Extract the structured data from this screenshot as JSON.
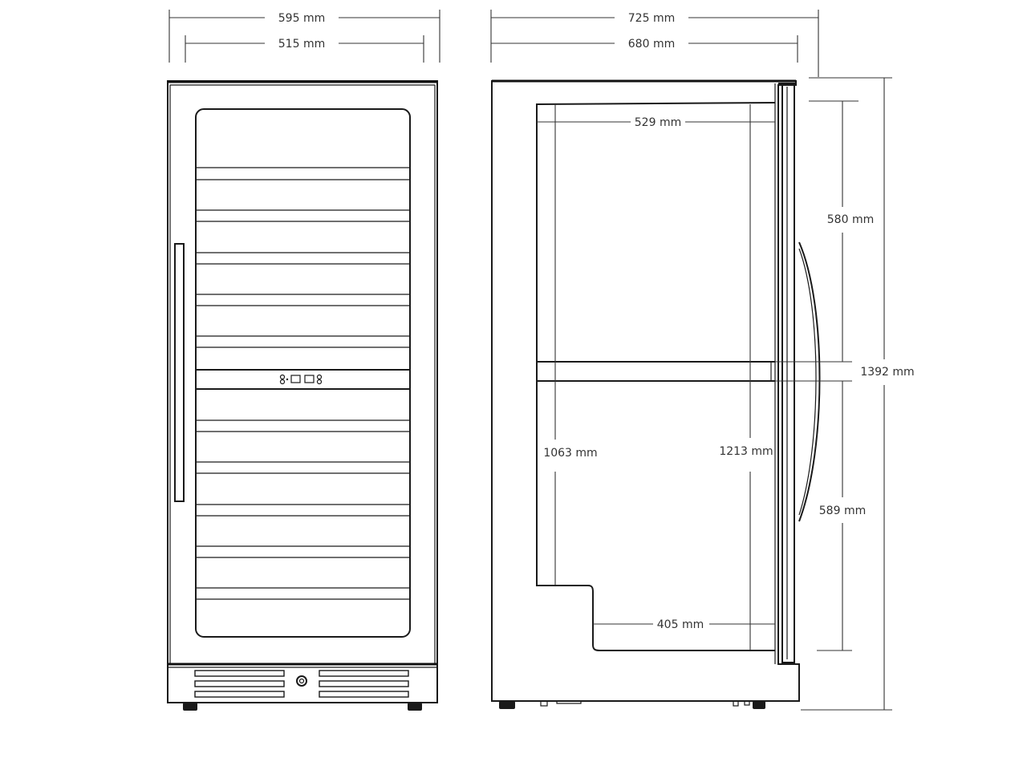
{
  "front_view": {
    "outer_width": "595 mm",
    "inner_width": "515 mm"
  },
  "side_view": {
    "outer_depth": "725 mm",
    "cabinet_depth": "680 mm",
    "upper_inner_depth": "529 mm",
    "upper_zone_height": "580 mm",
    "total_height": "1392 mm",
    "lower_zone_height": "589 mm",
    "rear_inner_height": "1063 mm",
    "front_inner_height": "1213 mm",
    "lower_inner_depth": "405 mm"
  }
}
